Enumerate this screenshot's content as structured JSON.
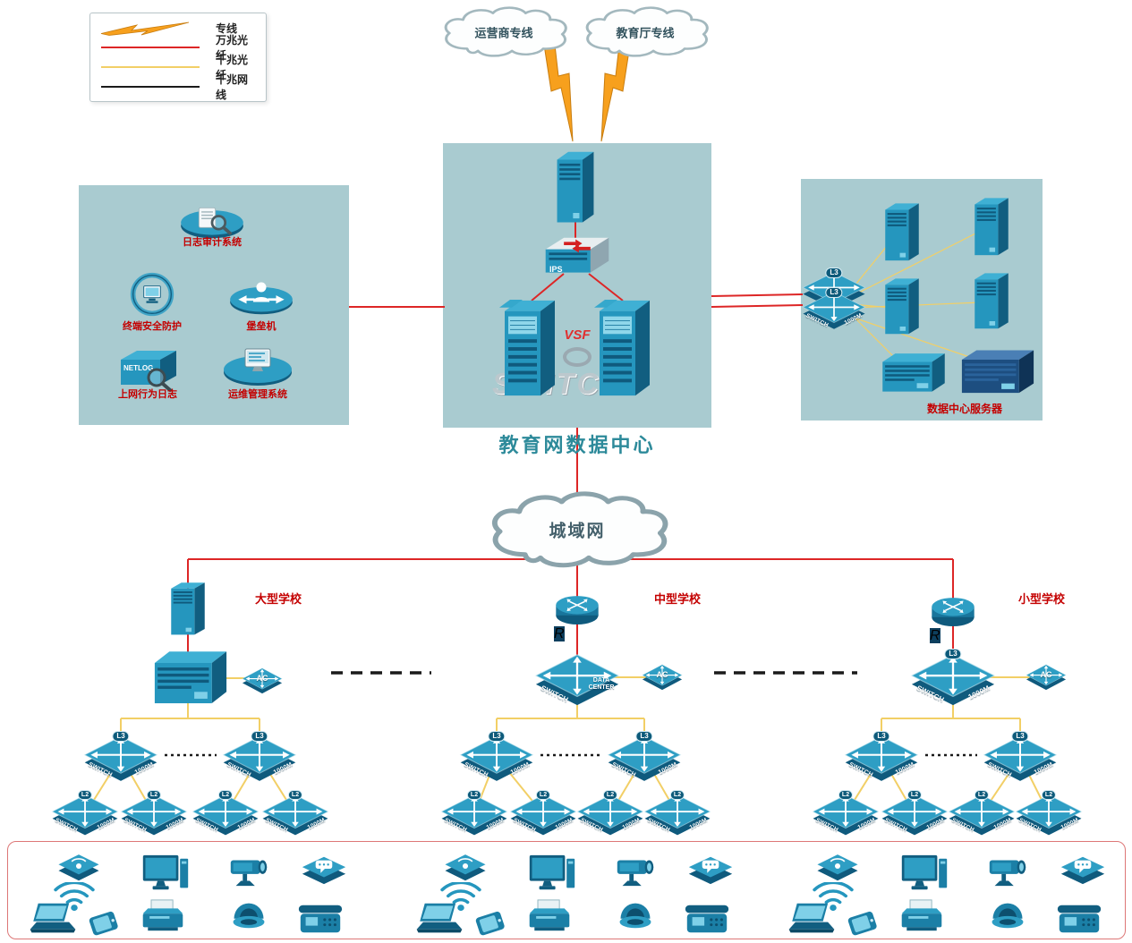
{
  "legend": {
    "items": [
      {
        "icon": "lightning",
        "label": "专线"
      },
      {
        "icon": "red-line",
        "label": "万兆光纤"
      },
      {
        "icon": "yellow-line",
        "label": "千兆光纤"
      },
      {
        "icon": "black-line",
        "label": "千兆网线"
      }
    ]
  },
  "clouds": {
    "isp": "运营商专线",
    "edu": "教育厅专线",
    "man": "城域网"
  },
  "datacenter": {
    "title": "教育网数据中心",
    "vsf": "VSF",
    "ips": "IPS",
    "watermark": "SWITCH"
  },
  "security_panel": {
    "log_audit": "日志审计系统",
    "endpoint_protection": "终端安全防护",
    "bastion": "堡垒机",
    "net_log": "上网行为日志",
    "netlog_device": "NETLOG",
    "ops_mgmt": "运维管理系统"
  },
  "server_panel": {
    "label": "数据中心服务器"
  },
  "schools": [
    {
      "name": "大型学校"
    },
    {
      "name": "中型学校"
    },
    {
      "name": "小型学校"
    }
  ],
  "device_labels": {
    "switch": "SWITCH",
    "m1000": "1000M",
    "l3": "L3",
    "l2": "L2",
    "ac": "AC",
    "r": "R",
    "data": "DATA",
    "center": "CENTER"
  },
  "colors": {
    "dedicated_line": "#f7a01d",
    "fiber_10g": "#dd2626",
    "fiber_1g": "#f2cf66",
    "ethernet_1g": "#1a1a1a",
    "panel_bg": "#a9cbd0",
    "device_teal": "#2596be",
    "label_red": "#c40000"
  }
}
